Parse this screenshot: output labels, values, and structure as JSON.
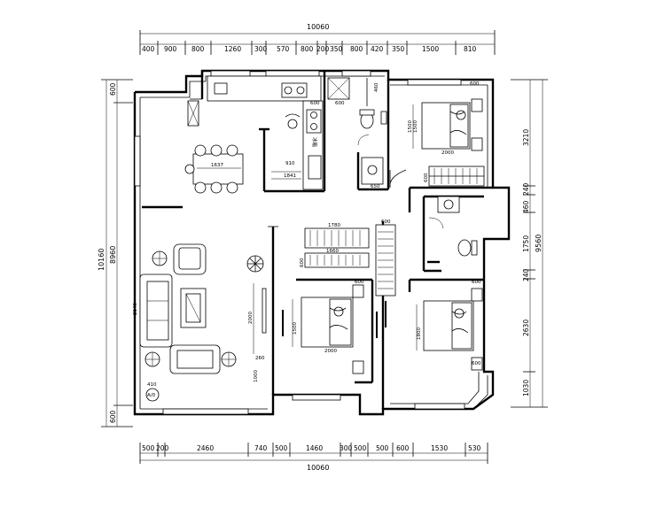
{
  "top_dims": {
    "total": "10060",
    "segments": [
      "400",
      "900",
      "800",
      "1260",
      "300",
      "570",
      "800",
      "200",
      "350",
      "800",
      "420",
      "350",
      "1500",
      "810"
    ]
  },
  "bottom_dims": {
    "total": "10060",
    "segments": [
      "500",
      "200",
      "2460",
      "740",
      "500",
      "1460",
      "300",
      "500",
      "500",
      "600",
      "1530",
      "530"
    ]
  },
  "left_dims": {
    "outer": "10160",
    "inner": "8960",
    "segments": [
      "600",
      "600"
    ]
  },
  "right_dims": {
    "outer": "9560",
    "segments": [
      "3210",
      "240",
      "460",
      "1750",
      "240",
      "2630",
      "1030"
    ]
  },
  "room_labels": {
    "dining_table": "1637",
    "tv_wall": "2140",
    "kitchen_910": "910",
    "kitchen_1841": "1841",
    "kitchen_600": "600",
    "vertical_text": "冰箱",
    "closet_top": "1780",
    "closet_mid": "1660",
    "wardrobe_600": "600",
    "bath_460": "460",
    "bath_650": "650",
    "bed_r_top_w": "2000",
    "bed_r_top_h": "1500",
    "bed_mid_w": "2000",
    "bed_mid_h": "1500",
    "bed_r_bot_h": "1800",
    "wall_2000": "2000",
    "wall_260": "260",
    "wall_1000": "1000",
    "wall_1500": "1500",
    "corner_600": "600",
    "corner_410": "410",
    "dim_600_a": "600",
    "dim_600_b": "600",
    "dim_600_c": "600",
    "dim_600_d": "600",
    "dim_600_e": "600",
    "dim_600_f": "600"
  },
  "north_label": "A/0"
}
